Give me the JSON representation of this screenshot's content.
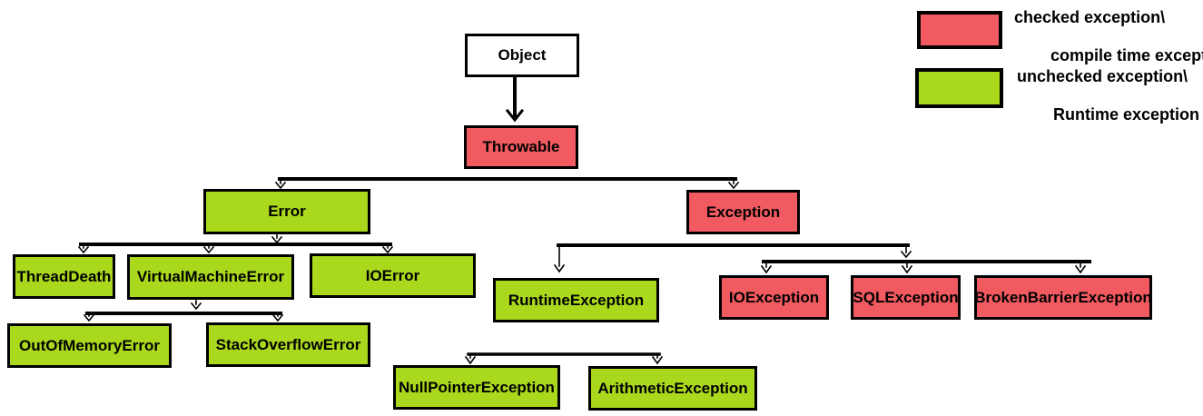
{
  "colors": {
    "checked": "#F15A60",
    "unchecked": "#AAD81C",
    "border": "#000000",
    "background": "#FFFFFF",
    "neutral": "#FFFFFF"
  },
  "nodes": {
    "object": {
      "label": "Object",
      "type": "neutral"
    },
    "throwable": {
      "label": "Throwable",
      "type": "checked"
    },
    "error": {
      "label": "Error",
      "type": "unchecked"
    },
    "exception": {
      "label": "Exception",
      "type": "checked"
    },
    "threadDeath": {
      "label": "ThreadDeath",
      "type": "unchecked"
    },
    "virtualMachineError": {
      "label": "VirtualMachineError",
      "type": "unchecked"
    },
    "ioError": {
      "label": "IOError",
      "type": "unchecked"
    },
    "outOfMemoryError": {
      "label": "OutOfMemoryError",
      "type": "unchecked"
    },
    "stackOverflowError": {
      "label": "StackOverflowError",
      "type": "unchecked"
    },
    "runtimeException": {
      "label": "RuntimeException",
      "type": "unchecked"
    },
    "ioException": {
      "label": "IOException",
      "type": "checked"
    },
    "sqlException": {
      "label": "SQLException",
      "type": "checked"
    },
    "brokenBarrierException": {
      "label": "BrokenBarrierException",
      "type": "checked"
    },
    "nullPointerException": {
      "label": "NullPointerException",
      "type": "unchecked"
    },
    "arithmeticException": {
      "label": "ArithmeticException",
      "type": "unchecked"
    }
  },
  "edges": [
    [
      "Object",
      "Throwable"
    ],
    [
      "Throwable",
      "Error"
    ],
    [
      "Throwable",
      "Exception"
    ],
    [
      "Error",
      "ThreadDeath"
    ],
    [
      "Error",
      "VirtualMachineError"
    ],
    [
      "Error",
      "IOError"
    ],
    [
      "VirtualMachineError",
      "OutOfMemoryError"
    ],
    [
      "VirtualMachineError",
      "StackOverflowError"
    ],
    [
      "Exception",
      "RuntimeException"
    ],
    [
      "Exception",
      "IOException"
    ],
    [
      "Exception",
      "SQLException"
    ],
    [
      "Exception",
      "BrokenBarrierException"
    ],
    [
      "RuntimeException",
      "NullPointerException"
    ],
    [
      "RuntimeException",
      "ArithmeticException"
    ]
  ],
  "legend": [
    {
      "swatch": "checked",
      "line1": "checked exception\\",
      "line2": "compile time exception"
    },
    {
      "swatch": "unchecked",
      "line1": "unchecked exception\\",
      "line2": "Runtime exception"
    }
  ]
}
